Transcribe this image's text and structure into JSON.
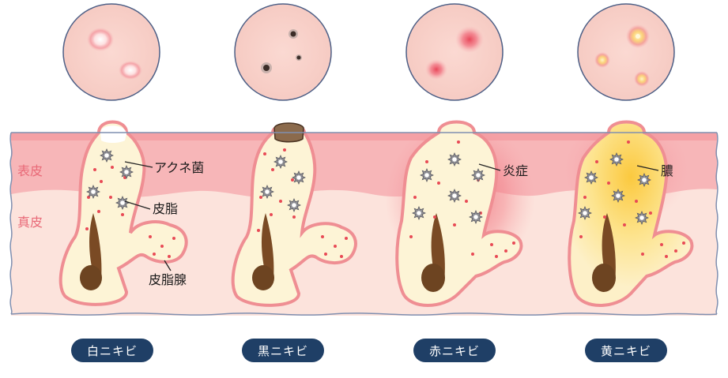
{
  "layers": {
    "epidermis": "表皮",
    "dermis": "真皮"
  },
  "annotations": {
    "acne_bacteria": "アクネ菌",
    "sebum": "皮脂",
    "sebaceous_gland": "皮脂腺",
    "inflammation": "炎症",
    "pus": "膿"
  },
  "stages": [
    {
      "label": "白ニキビ"
    },
    {
      "label": "黒ニキビ"
    },
    {
      "label": "赤ニキビ"
    },
    {
      "label": "黄ニキビ"
    }
  ],
  "colors": {
    "epidermis": "#f7b6b8",
    "dermis": "#fce3dc",
    "skin_outline": "#7f8fb0",
    "follicle_fill": "#fdf4d6",
    "follicle_outline": "#ef8e93",
    "hair": "#6d4421",
    "dots": "#e84a55",
    "pill_bg": "#1f3f66",
    "pus": "#fcd26a",
    "inflammation": "#f06a76"
  }
}
